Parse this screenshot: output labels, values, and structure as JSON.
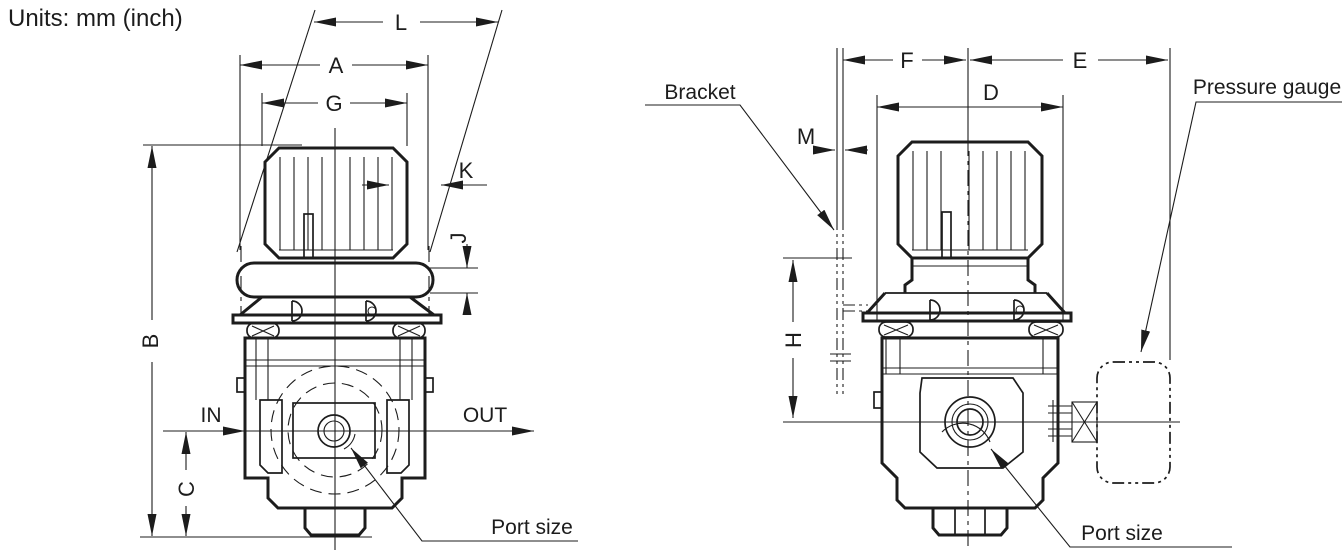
{
  "title": {
    "units_label": "Units: mm (inch)"
  },
  "colors": {
    "line": "#1c1c1c",
    "background": "#ffffff"
  },
  "front_view": {
    "dim_labels": {
      "L": "L",
      "A": "A",
      "G": "G",
      "K": "K",
      "J": "J",
      "B": "B",
      "C": "C"
    },
    "port_in_label": "IN",
    "port_out_label": "OUT",
    "port_size_label": "Port size"
  },
  "side_view": {
    "dim_labels": {
      "F": "F",
      "E": "E",
      "D": "D",
      "M": "M",
      "H": "H"
    },
    "bracket_label": "Bracket",
    "pressure_gauge_label": "Pressure gauge",
    "port_size_label": "Port size"
  }
}
